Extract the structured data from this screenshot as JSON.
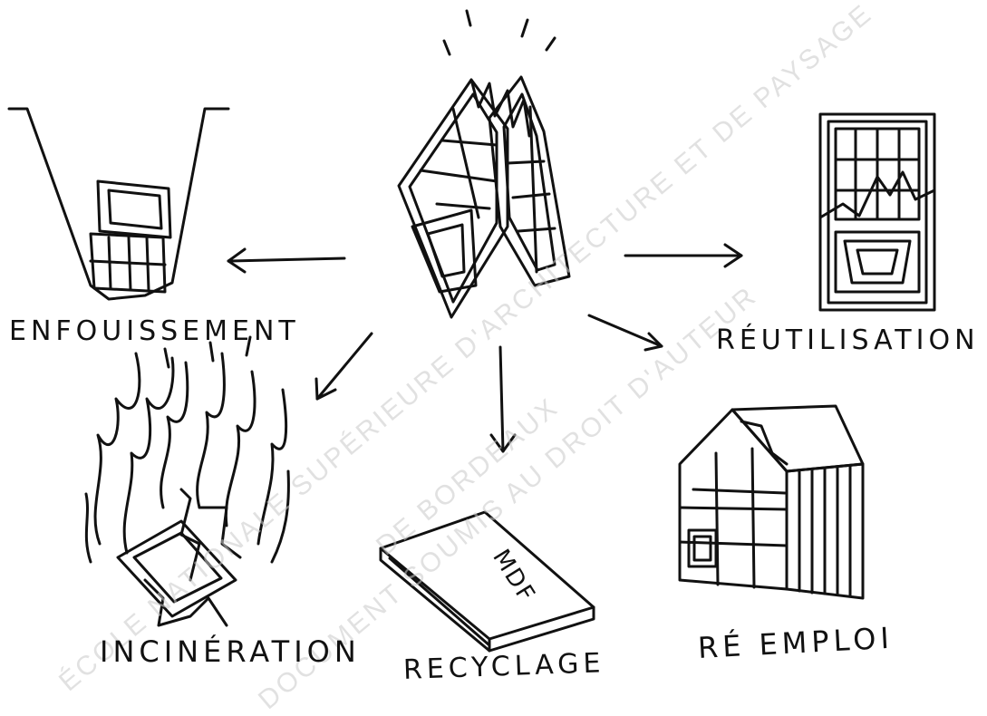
{
  "labels": {
    "center": "",
    "enfouissement": "ENFOUISSEMENT",
    "reutilisation": "RÉUTILISATION",
    "incineration": "INCINÉRATION",
    "recyclage": "RECYCLAGE",
    "reemploi": "RÉ EMPLOI",
    "mdf": "MDF"
  },
  "watermark": {
    "line1": "ÉCOLE NATIONALE SUPÉRIEURE D'ARCHITECTURE ET DE PAYSAGE",
    "line2": "DE BORDEAUX",
    "line3": "DOCUMENT SOUMIS AU DROIT D'AUTEUR"
  },
  "colors": {
    "ink": "#111111",
    "watermark": "#c9c9c9",
    "background": "#ffffff"
  }
}
